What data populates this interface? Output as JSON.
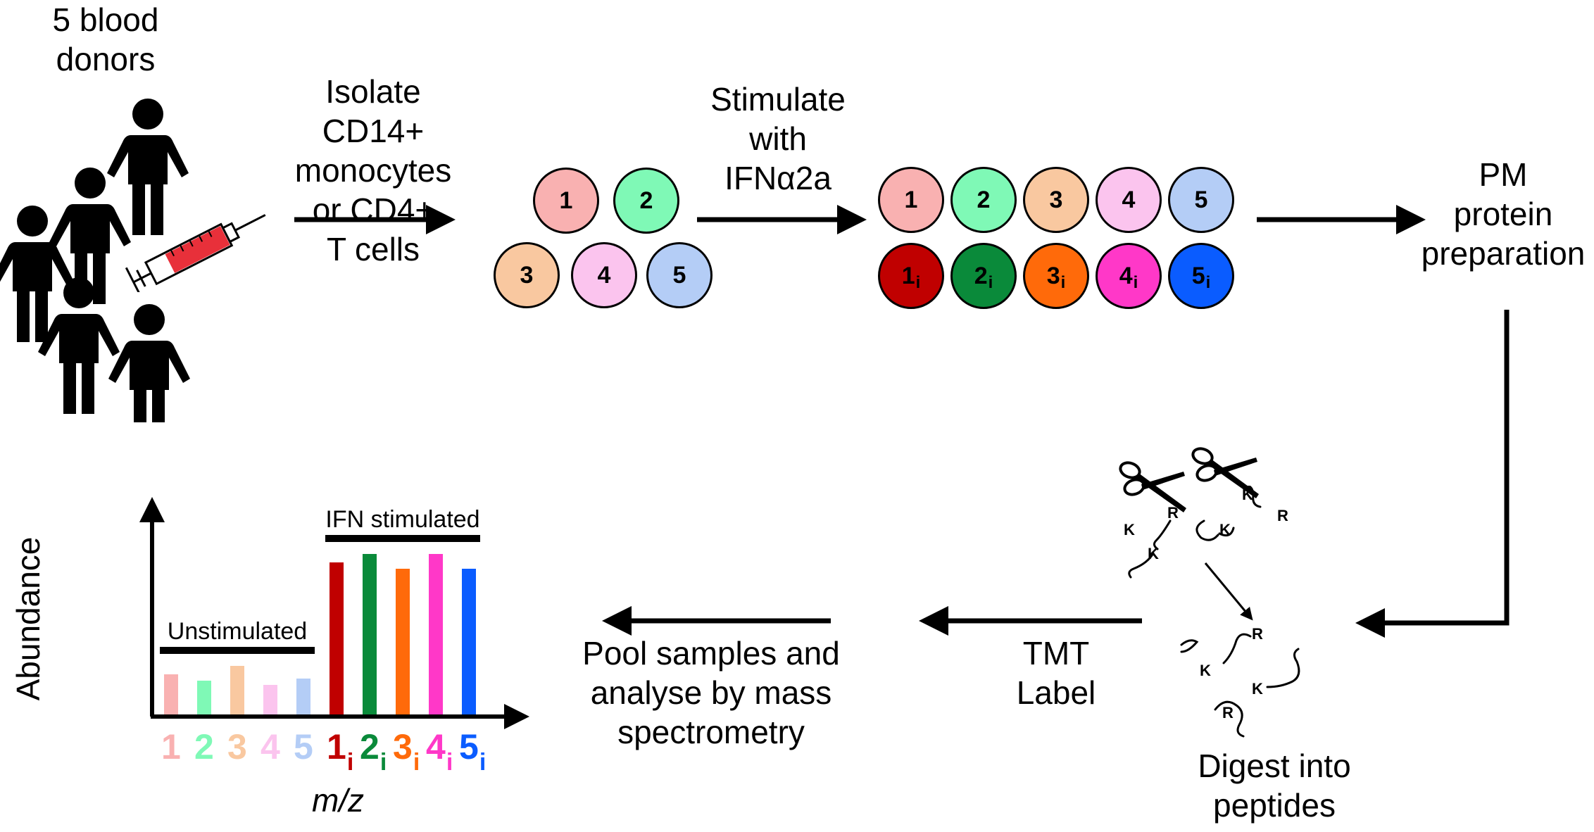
{
  "labels": {
    "donors": [
      "5 blood",
      "donors"
    ],
    "isolate": [
      "Isolate",
      "CD14+",
      "monocytes",
      "or CD4+",
      "T cells"
    ],
    "stimulate": [
      "Stimulate",
      "with",
      "IFNα2a"
    ],
    "pm": [
      "PM",
      "protein",
      "preparation"
    ],
    "digest": [
      "Digest into",
      "peptides"
    ],
    "tmt": [
      "TMT",
      "Label"
    ],
    "pool": [
      "Pool samples and",
      "analyse by mass",
      "spectrometry"
    ]
  },
  "samples_before": [
    {
      "label": "1",
      "color": "#f9b1b1"
    },
    {
      "label": "2",
      "color": "#7ff9b6"
    },
    {
      "label": "3",
      "color": "#f9c8a0"
    },
    {
      "label": "4",
      "color": "#fbc4ee"
    },
    {
      "label": "5",
      "color": "#b4cdf6"
    }
  ],
  "samples_stimulated": [
    {
      "label": "1",
      "sub": "i",
      "color": "#c00000"
    },
    {
      "label": "2",
      "sub": "i",
      "color": "#0a8a3a"
    },
    {
      "label": "3",
      "sub": "i",
      "color": "#ff6a0a"
    },
    {
      "label": "4",
      "sub": "i",
      "color": "#ff38c8"
    },
    {
      "label": "5",
      "sub": "i",
      "color": "#0a5cff"
    }
  ],
  "peptide_letters": {
    "cut_a": [
      "R",
      "K",
      "K"
    ],
    "cut_b": [
      "K",
      "R",
      "K"
    ],
    "digested": [
      "R",
      "K",
      "K",
      "R"
    ]
  },
  "chart_data": {
    "type": "bar",
    "ylabel": "Abundance",
    "xlabel": "m/z",
    "categories": [
      "1",
      "2",
      "3",
      "4",
      "5",
      "1i",
      "2i",
      "3i",
      "4i",
      "5i"
    ],
    "values": [
      19,
      16,
      23,
      14,
      17,
      72,
      76,
      69,
      76,
      69
    ],
    "ylim": [
      0,
      100
    ],
    "colors": [
      "#f9b1b1",
      "#7ff9b6",
      "#f9c8a0",
      "#fbc4ee",
      "#b4cdf6",
      "#c00000",
      "#0a8a3a",
      "#ff6a0a",
      "#ff38c8",
      "#0a5cff"
    ],
    "groups": [
      {
        "label": "Unstimulated",
        "from": 0,
        "to": 4
      },
      {
        "label": "IFN stimulated",
        "from": 5,
        "to": 9
      }
    ],
    "grid": false
  }
}
